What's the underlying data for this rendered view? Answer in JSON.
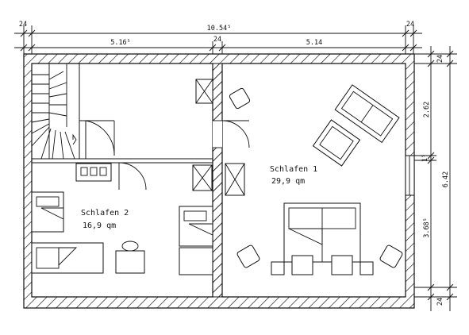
{
  "plan": {
    "dimensions": {
      "top_total": "10.54⁵",
      "top_left_wall": "24",
      "top_right_wall": "24",
      "mid_left": "5.16⁵",
      "mid_wall": "24",
      "mid_right": "5.14",
      "right_top_wall": "24",
      "right_upper": "2.62",
      "right_middle": "1⁵",
      "right_total": "6.42",
      "right_lower": "3.68⁵",
      "right_bottom_wall": "24"
    },
    "rooms": [
      {
        "name": "Schlafen 1",
        "area": "29,9 qm"
      },
      {
        "name": "Schlafen 2",
        "area": "16,9 qm"
      }
    ]
  }
}
